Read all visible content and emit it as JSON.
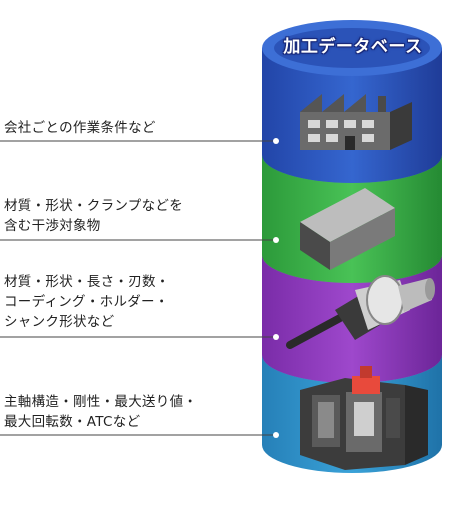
{
  "title": "加工データベース",
  "layers": [
    {
      "label": "会社ごとの作業条件など",
      "color": "#2a52b5",
      "icon": "factory-icon"
    },
    {
      "label": "材質・形状・クランプなどを\n含む干渉対象物",
      "color": "#3aaa46",
      "icon": "workpiece-block-icon"
    },
    {
      "label": "材質・形状・長さ・刃数・\nコーディング・ホルダー・\nシャンク形状など",
      "color": "#8a36b8",
      "icon": "tool-holder-icon"
    },
    {
      "label": "主軸構造・剛性・最大送り値・\n最大回転数・ATCなど",
      "color": "#2c8ec4",
      "icon": "machine-tool-icon"
    }
  ]
}
